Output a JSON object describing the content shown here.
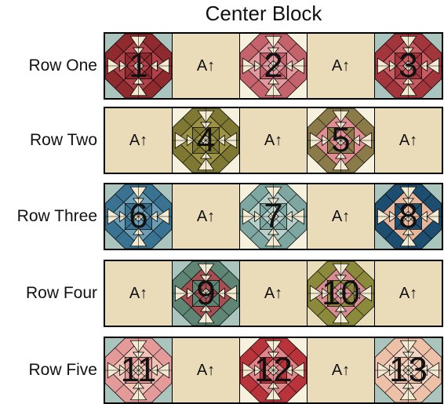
{
  "title": "Center Block",
  "rows": [
    {
      "label": "Row One",
      "cells": [
        {
          "kind": "star",
          "number": "1",
          "dark": "#8f2a2f",
          "mid": "#b3414a",
          "light": "#f3ead2",
          "corner": "#a9c5bd"
        },
        {
          "kind": "plain",
          "text": "A↑"
        },
        {
          "kind": "star",
          "number": "2",
          "dark": "#c4636c",
          "mid": "#e29aa0",
          "light": "#f3ead2",
          "corner": "#f6f1dc"
        },
        {
          "kind": "plain",
          "text": "A↑"
        },
        {
          "kind": "star",
          "number": "3",
          "dark": "#a3363d",
          "mid": "#c95c62",
          "light": "#f3ead2",
          "corner": "#a9c5bd"
        }
      ]
    },
    {
      "label": "Row Two",
      "cells": [
        {
          "kind": "plain",
          "text": "A↑"
        },
        {
          "kind": "star",
          "number": "4",
          "dark": "#7e7833",
          "mid": "#9c9444",
          "light": "#f3ead2",
          "corner": "#f6f1dc"
        },
        {
          "kind": "plain",
          "text": "A↑"
        },
        {
          "kind": "star",
          "number": "5",
          "dark": "#8a7b49",
          "mid": "#e08d93",
          "light": "#f3ead2",
          "corner": "#f6f1dc"
        },
        {
          "kind": "plain",
          "text": "A↑"
        }
      ]
    },
    {
      "label": "Row Three",
      "cells": [
        {
          "kind": "star",
          "number": "6",
          "dark": "#3a7392",
          "mid": "#6c9fb5",
          "light": "#f3ead2",
          "corner": "#a9c5bd"
        },
        {
          "kind": "plain",
          "text": "A↑"
        },
        {
          "kind": "star",
          "number": "7",
          "dark": "#7ea7a1",
          "mid": "#b7d0c9",
          "light": "#f3ead2",
          "corner": "#f6f1dc"
        },
        {
          "kind": "plain",
          "text": "A↑"
        },
        {
          "kind": "star",
          "number": "8",
          "dark": "#1e4e6f",
          "mid": "#e6b79c",
          "light": "#f3ead2",
          "corner": "#a9c5bd"
        }
      ]
    },
    {
      "label": "Row Four",
      "cells": [
        {
          "kind": "plain",
          "text": "A↑"
        },
        {
          "kind": "star",
          "number": "9",
          "dark": "#5f8574",
          "mid": "#a74e52",
          "light": "#f3ead2",
          "corner": "#a9c5bd"
        },
        {
          "kind": "plain",
          "text": "A↑"
        },
        {
          "kind": "star",
          "number": "10",
          "dark": "#8b8a3a",
          "mid": "#d98d93",
          "light": "#f3ead2",
          "corner": "#e9dcb8"
        },
        {
          "kind": "plain",
          "text": "A↑"
        }
      ]
    },
    {
      "label": "Row Five",
      "cells": [
        {
          "kind": "star",
          "number": "11",
          "dark": "#e59a9a",
          "mid": "#f1c2b6",
          "light": "#f3ead2",
          "corner": "#a9c5bd"
        },
        {
          "kind": "plain",
          "text": "A↑"
        },
        {
          "kind": "star",
          "number": "12",
          "dark": "#b8343a",
          "mid": "#e0858a",
          "light": "#f3ead2",
          "corner": "#f6f1dc"
        },
        {
          "kind": "plain",
          "text": "A↑"
        },
        {
          "kind": "star",
          "number": "13",
          "dark": "#edc0a8",
          "mid": "#f4d6c6",
          "light": "#f3ead2",
          "corner": "#a9c5bd"
        }
      ]
    }
  ],
  "colors": {
    "plain_fill": "#ebdcb9",
    "outline": "#000000"
  }
}
